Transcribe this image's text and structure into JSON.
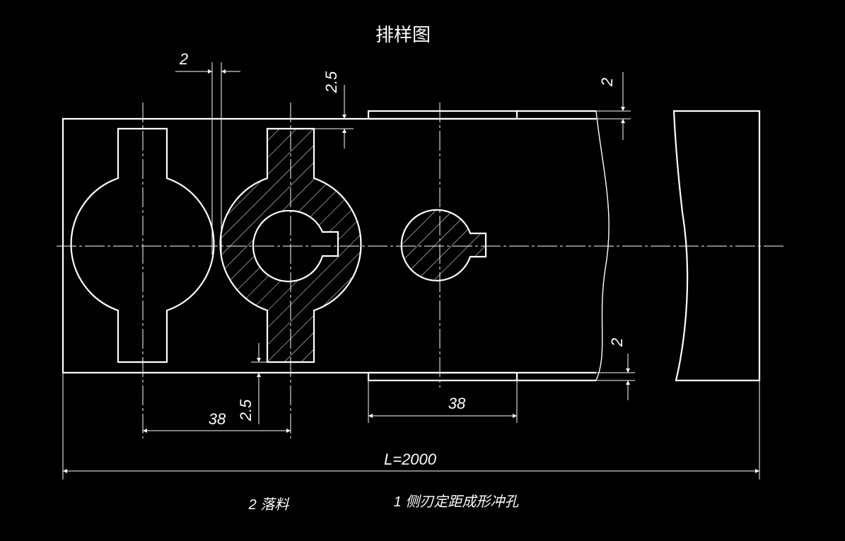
{
  "title": "排样图",
  "dimensions": {
    "gap_top": "2",
    "margin_top": "2.5",
    "side_top": "2",
    "margin_bottom": "2.5",
    "side_bottom": "2",
    "pitch_left": "38",
    "pitch_right": "38",
    "length": "L=2000"
  },
  "captions": {
    "blanking": "2 落料",
    "punching": "1 侧刃定距成形冲孔"
  },
  "colors": {
    "background": "#000000",
    "line": "#ffffff"
  }
}
